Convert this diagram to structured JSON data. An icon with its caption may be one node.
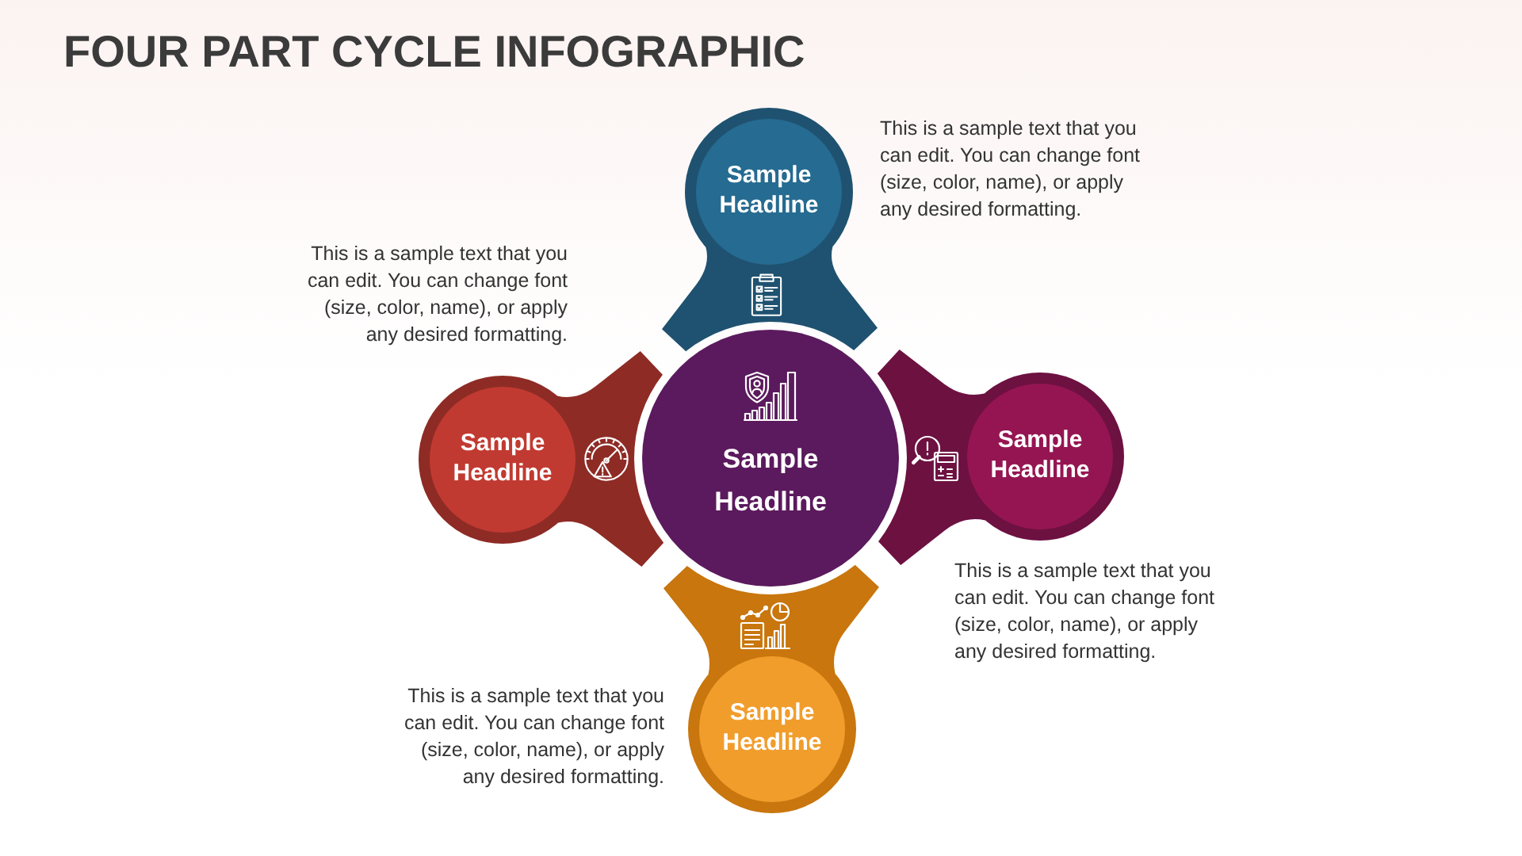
{
  "diagram": {
    "title": "FOUR PART CYCLE INFOGRAPHIC",
    "nodes": [
      {
        "text": [
          "Sample Headline"
        ],
        "beside": [
          "This is a sample text that you can edit. You can change font (size, color, name), or apply any desired formatting."
        ]
      },
      {
        "text": [
          "Sample Headline"
        ],
        "beside": [
          "This is a sample text that you can edit. You can change font (size, color, name), or apply any desired formatting."
        ]
      },
      {
        "text": [
          "Sample Headline"
        ]
      },
      {
        "text": [
          "Sample Headline"
        ],
        "beside": [
          "This is a sample text that you can edit. You can change font (size, color, name), or apply any desired formatting."
        ]
      },
      {
        "text": [
          "Sample Headline"
        ],
        "beside": [
          "This is a sample text that you can edit. You can change font (size, color, name), or apply any desired formatting."
        ]
      }
    ]
  }
}
